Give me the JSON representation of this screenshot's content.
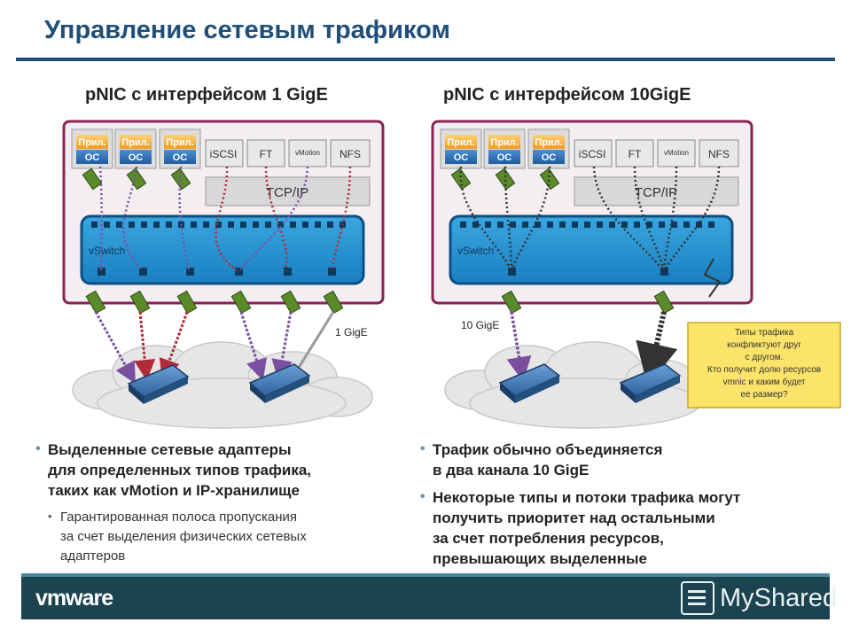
{
  "slide": {
    "title": "Управление сетевым трафиком"
  },
  "left_panel": {
    "title": "pNIC с интерфейсом 1 GigE",
    "vm_label_top": "Прил.",
    "vm_label_bottom": "ОС",
    "services": [
      "iSCSI",
      "FT",
      "vMotion",
      "NFS"
    ],
    "stack_label": "TCP/IP",
    "vswitch_label": "vSwitch",
    "link_label": "1 GigE"
  },
  "right_panel": {
    "title": "pNIC с интерфейсом 10GigE",
    "vm_label_top": "Прил.",
    "vm_label_bottom": "ОС",
    "services": [
      "iSCSI",
      "FT",
      "vMotion",
      "NFS"
    ],
    "stack_label": "TCP/IP",
    "vswitch_label": "vSwitch",
    "link_label": "10 GigE"
  },
  "callout": {
    "lines": [
      "Типы трафика",
      "конфликтуют друг",
      "с другом.",
      "Кто получит долю ресурсов",
      "vmnic и каким будет",
      "ее размер?"
    ]
  },
  "left_bullets": {
    "main_lines": [
      "Выделенные сетевые адаптеры",
      "для определенных типов трафика,",
      "таких как vMotion и IP-хранилище"
    ],
    "sub_lines": [
      "Гарантированная полоса пропускания",
      "за счет выделения физических сетевых",
      "адаптеров"
    ]
  },
  "right_bullets": {
    "first_lines": [
      "Трафик обычно объединяется",
      "в два канала 10 GigE"
    ],
    "second_lines": [
      "Некоторые типы и потоки трафика могут",
      "получить приоритет над остальными",
      "за счет потребления ресурсов,",
      "превышающих выделенные"
    ]
  },
  "footer": {
    "brand": "vmware",
    "watermark": "MyShared"
  },
  "colors": {
    "title": "#1f4e79",
    "panel_border": "#8b2252",
    "vswitch": "#2e9bd6",
    "purple_link": "#7a4fa0",
    "red_link": "#b02a37",
    "dark_link": "#333333",
    "callout": "#fce46a",
    "footer": "#1c4350"
  }
}
